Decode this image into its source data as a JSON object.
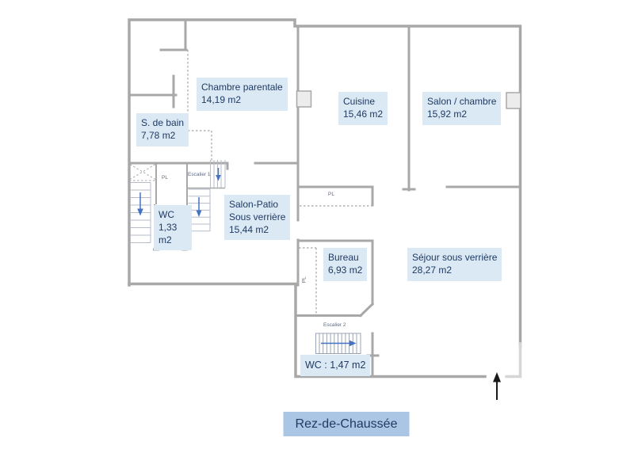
{
  "title": "Rez-de-Chaussée",
  "rooms": {
    "chambre_parentale": {
      "name": "Chambre parentale",
      "area": "14,19 m2"
    },
    "salle_de_bain": {
      "name": "S. de bain",
      "area": "7,78 m2"
    },
    "cuisine": {
      "name": "Cuisine",
      "area": "15,46 m2"
    },
    "salon_chambre": {
      "name": "Salon / chambre",
      "area": "15,92 m2"
    },
    "wc_1": {
      "name": "WC",
      "area": "1,33 m2"
    },
    "salon_patio": {
      "name": "Salon-Patio",
      "subtitle": "Sous verrière",
      "area": "15,44 m2"
    },
    "bureau": {
      "name": "Bureau",
      "area": "6,93 m2"
    },
    "sejour": {
      "name": "Séjour sous verrière",
      "area": "28,27 m2"
    },
    "wc_2": {
      "name": "WC : 1,47 m2"
    }
  },
  "annotations": {
    "escalier_1": "Escalier 1",
    "escalier_2": "Escalier 2",
    "placard": "PL"
  },
  "icons": {
    "entrance_arrow": "up-arrow",
    "stair_arrows": "direction-arrow",
    "shaft_box": "crossed-box"
  },
  "colors": {
    "wall": "#a8a8a8",
    "wall_light": "#d6d6d6",
    "label_bg": "#dbe9f5",
    "label_text": "#1f3a63",
    "title_bg": "#abc6e5",
    "stair_arrow": "#4472c4",
    "entrance_arrow": "#1a1a1a"
  }
}
